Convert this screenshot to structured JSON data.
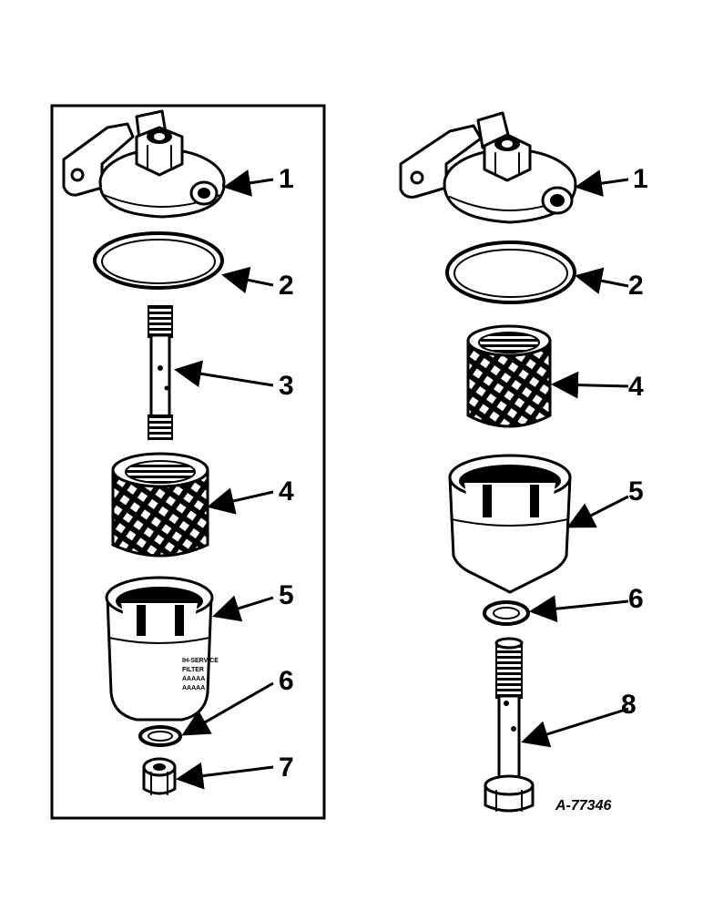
{
  "callouts_left": [
    "1",
    "2",
    "3",
    "4",
    "5",
    "6",
    "7"
  ],
  "callouts_right": [
    "1",
    "2",
    "4",
    "5",
    "6",
    "8"
  ],
  "drawing_number": "A-77346",
  "bowl_marking": [
    "IH-SERVICE",
    "FILTER",
    "AAAAA",
    "AAAAA"
  ]
}
